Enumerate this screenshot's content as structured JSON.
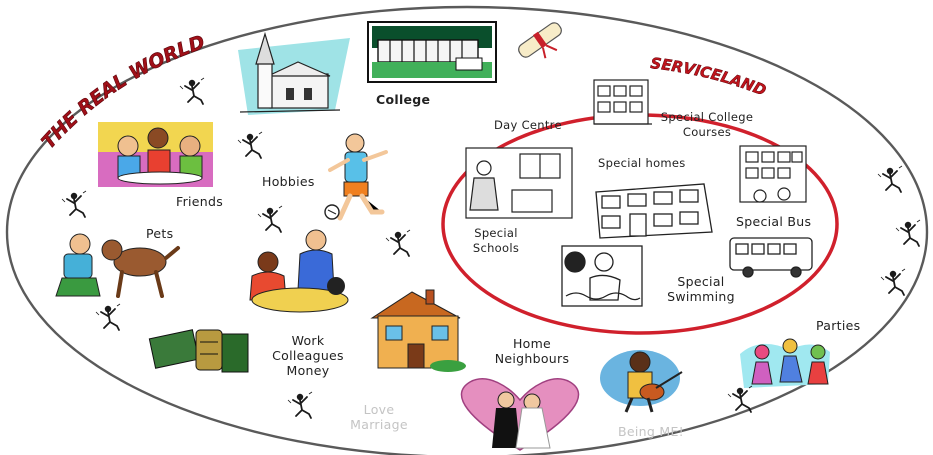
{
  "outer_title": "THE REAL WORLD",
  "inner_title": "SERVICELAND",
  "colors": {
    "outer_ring": "#5a5a5a",
    "inner_ring": "#d0202c",
    "title_red": "#a01018",
    "ink": "#1a1a1a",
    "faded_text": "#c4c4c4",
    "heart_pink": "#e58fbf"
  },
  "real_world_labels": {
    "college": "College",
    "friends": "Friends",
    "hobbies": "Hobbies",
    "pets": "Pets",
    "work_line1": "Work",
    "work_line2": "Colleagues",
    "work_line3": "Money",
    "home_line1": "Home",
    "home_line2": "Neighbours",
    "love_line1": "Love",
    "love_line2": "Marriage",
    "parties": "Parties",
    "being_me": "Being ME!"
  },
  "serviceland_labels": {
    "day_centre": "Day Centre",
    "college_line1": "Special College",
    "college_line2": "Courses",
    "homes": "Special homes",
    "schools_line1": "Special",
    "schools_line2": "Schools",
    "bus": "Special Bus",
    "swimming_line1": "Special",
    "swimming_line2": "Swimming"
  },
  "icons": {
    "figures": "stick-figure-icon",
    "college": "college-building-icon",
    "church": "church-icon",
    "diploma": "diploma-scroll-icon",
    "friends": "friends-cafe-icon",
    "football": "football-player-icon",
    "pets": "dog-and-owner-icon",
    "work": "money-stack-icon",
    "meeting": "people-meeting-icon",
    "house": "cottage-house-icon",
    "wedding": "wedding-couple-icon",
    "guitarist": "guitarist-icon",
    "party": "party-dancers-icon",
    "day_centre": "day-centre-building-icon",
    "special_homes": "care-home-building-icon",
    "special_schools": "classroom-icon",
    "special_bus": "bus-icon",
    "special_swimming": "swimmer-icon"
  }
}
